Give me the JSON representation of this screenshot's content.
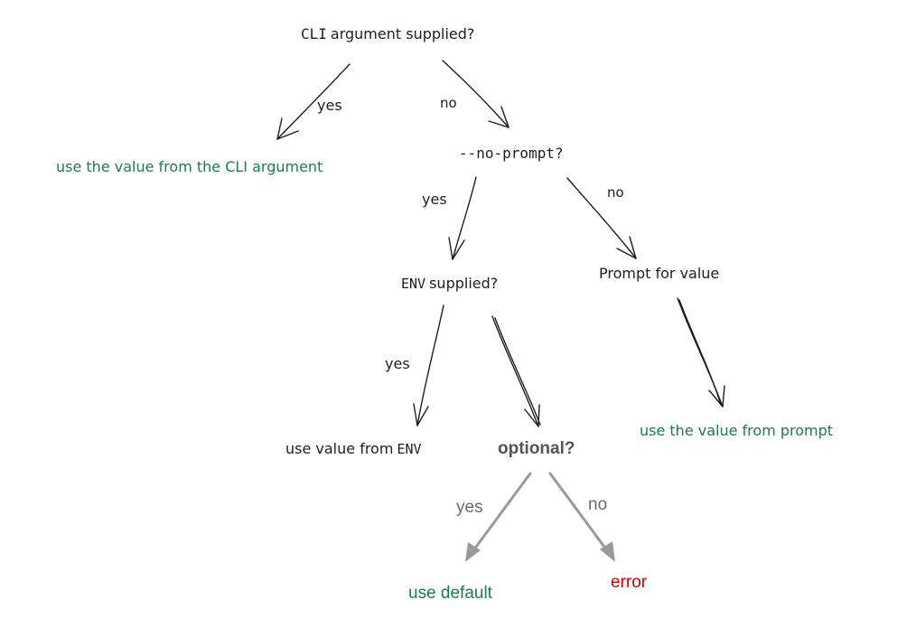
{
  "nodes": {
    "cli_question": {
      "pre": "CLI",
      "rest": "argument supplied?"
    },
    "use_cli": "use the value from the CLI argument",
    "no_prompt": "--no-prompt?",
    "env_question": {
      "pre": "ENV",
      "rest": "supplied?"
    },
    "prompt_for_value": "Prompt for value",
    "use_env": {
      "pre": "use value from",
      "code": "ENV"
    },
    "use_prompt": "use the value from prompt",
    "optional": "optional?",
    "use_default": "use default",
    "error": "error"
  },
  "edge_labels": {
    "cli_yes": "yes",
    "cli_no": "no",
    "noprompt_yes": "yes",
    "noprompt_no": "no",
    "env_yes": "yes",
    "optional_yes": "yes",
    "optional_no": "no"
  },
  "colors": {
    "ink": "#1e1e1e",
    "result_green": "#1f7a4d",
    "optional_grey": "#9a9a9a",
    "error_red": "#c8000a"
  }
}
